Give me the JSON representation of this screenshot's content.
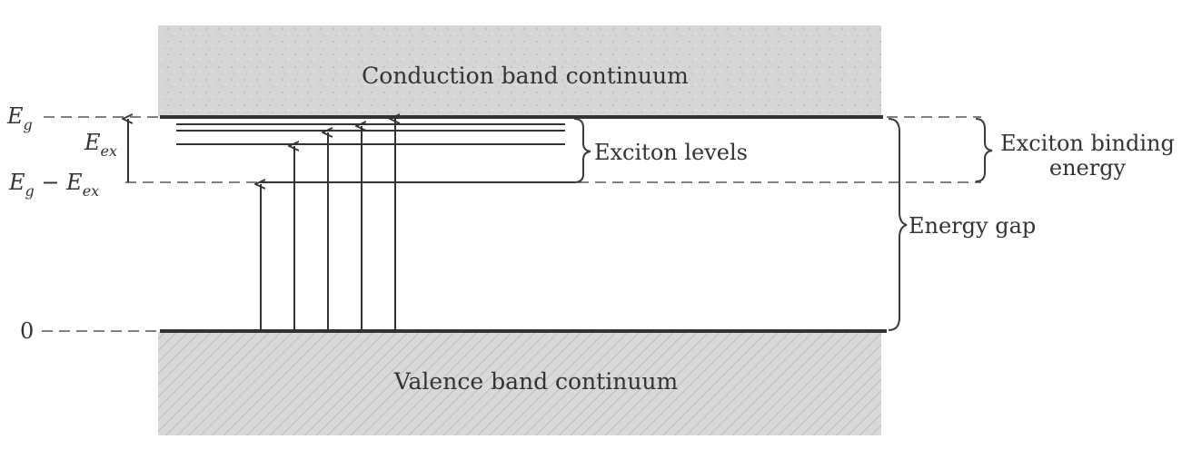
{
  "bands": {
    "conduction": "Conduction band continuum",
    "valence": "Valence band continuum"
  },
  "axis": {
    "top_main": "E",
    "top_sub": "g",
    "ecx_main": "E",
    "ecx_sub": "ex",
    "mid_main1": "E",
    "mid_sub1": "g",
    "mid_op": " − ",
    "mid_main2": "E",
    "mid_sub2": "ex",
    "zero": "0"
  },
  "labels": {
    "exciton_levels": "Exciton levels",
    "binding_energy_line1": "Exciton binding",
    "binding_energy_line2": "energy",
    "energy_gap": "Energy gap"
  },
  "colors": {
    "band_fill": "#d4d4d4",
    "line": "#333333"
  }
}
